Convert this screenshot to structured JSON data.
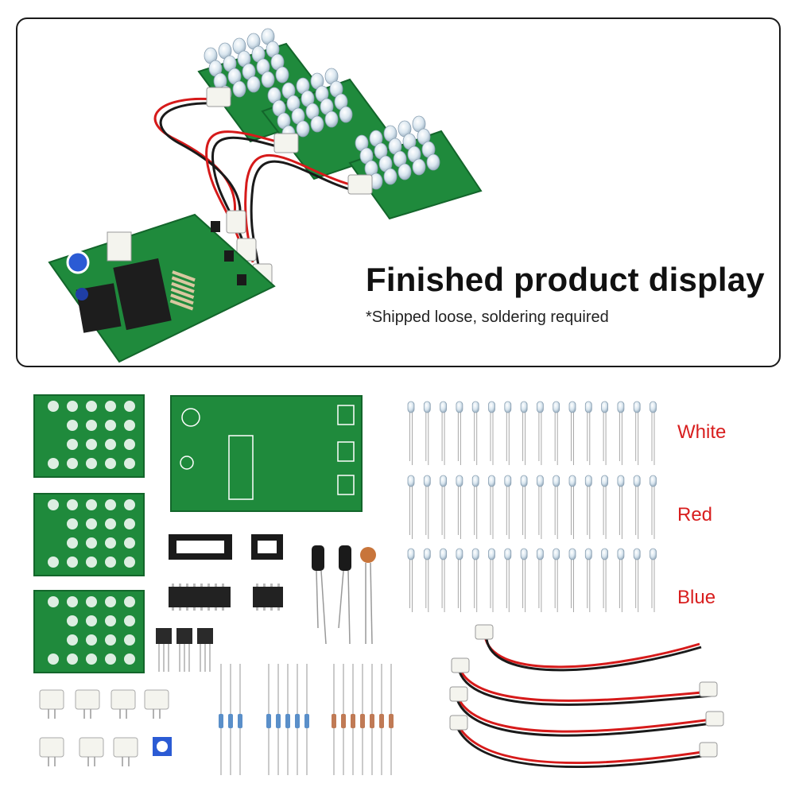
{
  "banner": {
    "title": "Finished product display",
    "note": "*Shipped loose, soldering required"
  },
  "led_labels": {
    "white": "White",
    "red": "Red",
    "blue": "Blue"
  },
  "colors": {
    "pcb_green": "#1f8a3c",
    "pcb_dark": "#13662b",
    "label_red": "#d81e1e",
    "wire_red": "#d61a1a",
    "wire_black": "#1a1a1a"
  }
}
